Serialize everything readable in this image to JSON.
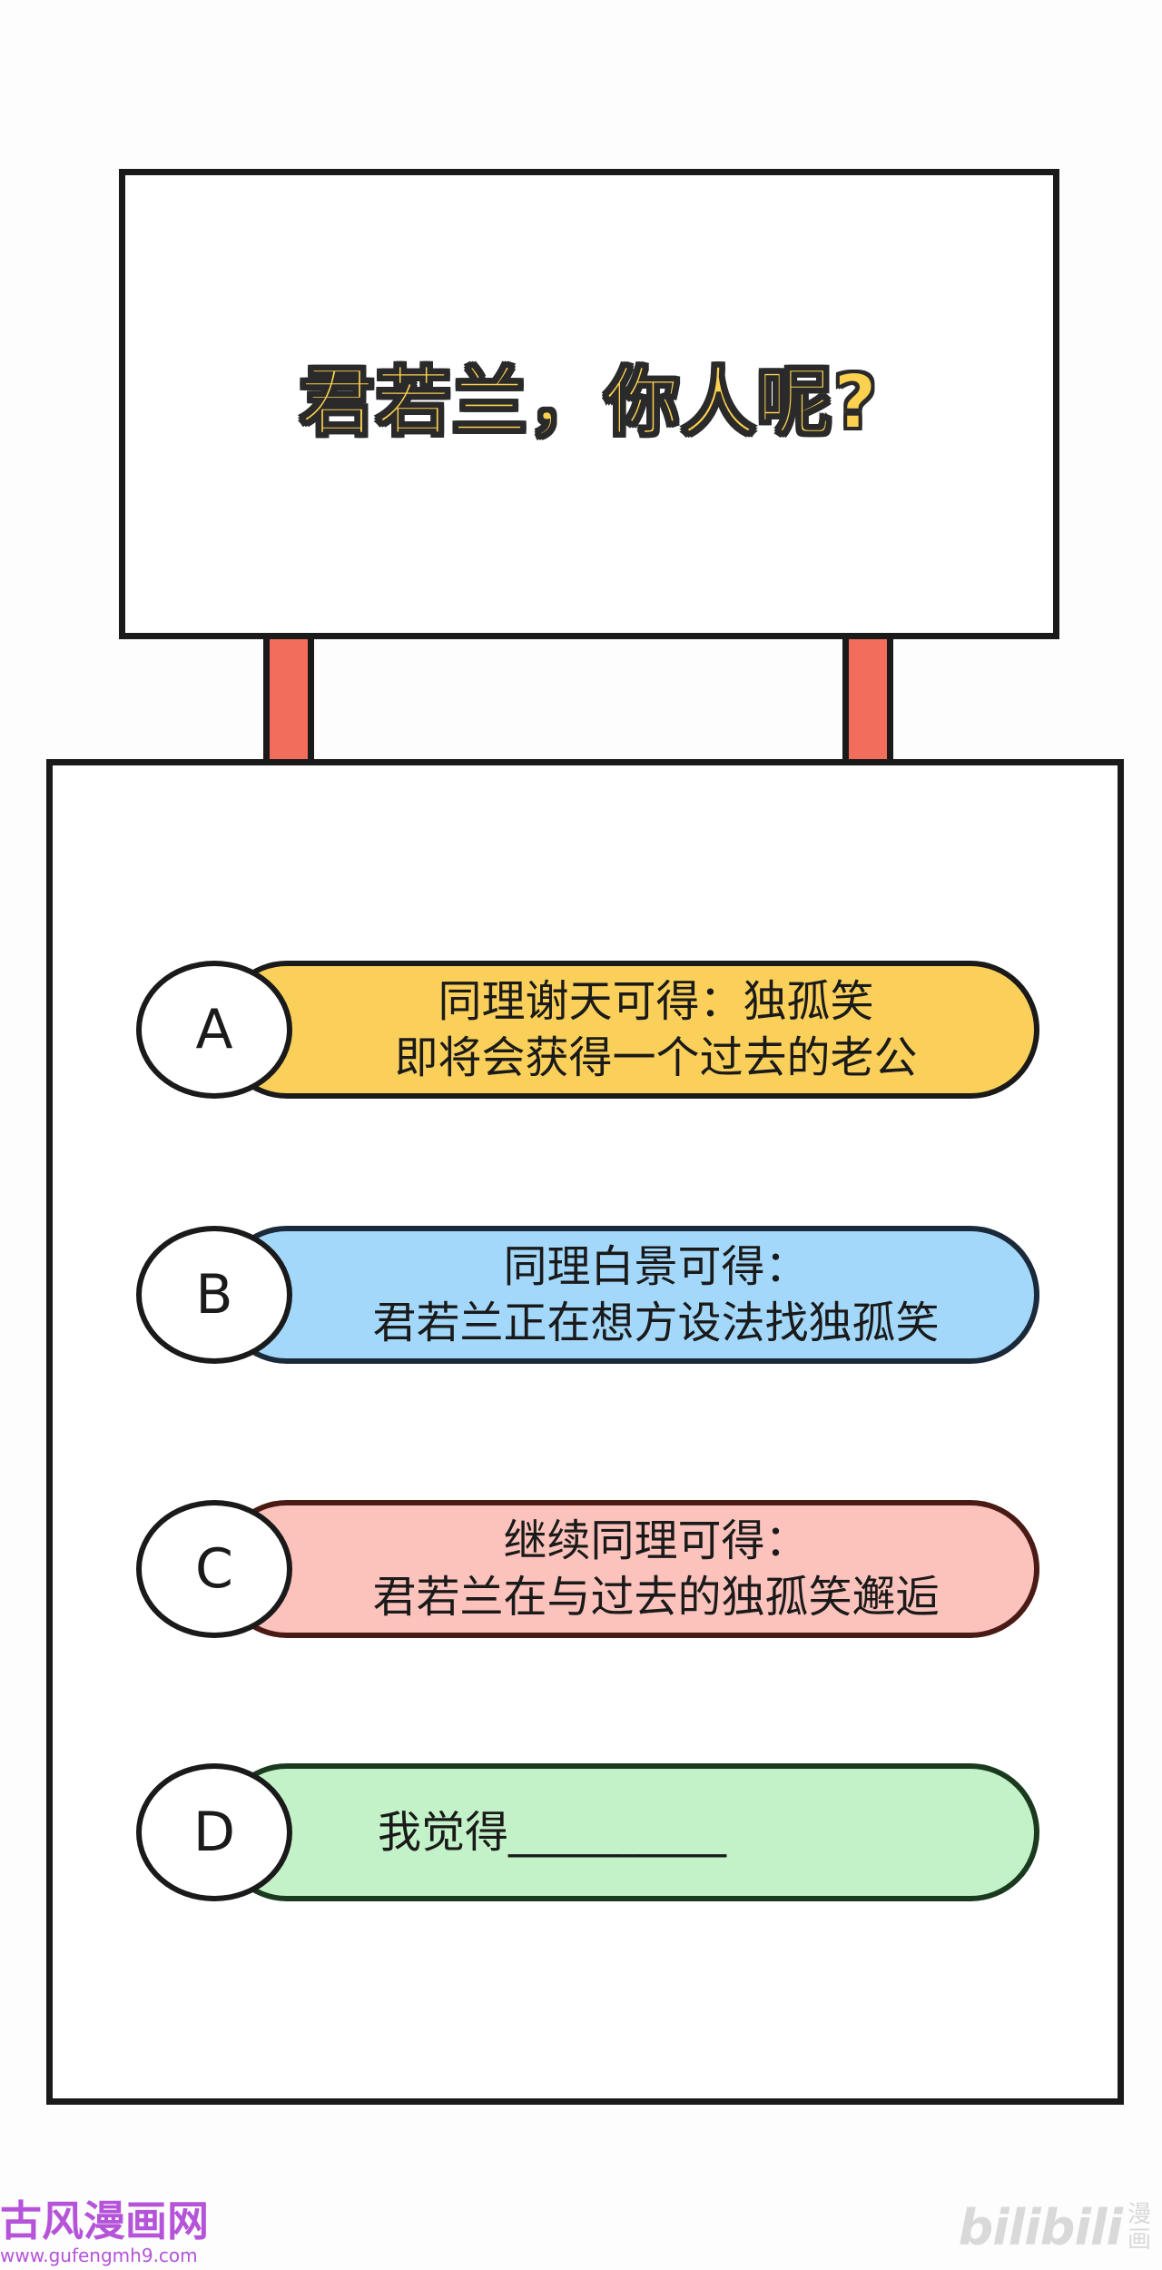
{
  "sign": {
    "title": "君若兰，你人呢?"
  },
  "options": [
    {
      "letter": "A",
      "lines": [
        "同理谢天可得：独孤笑",
        "即将会获得一个过去的老公"
      ],
      "fill": "#fbd05a",
      "border": "#1a1a1a"
    },
    {
      "letter": "B",
      "lines": [
        "同理白景可得：",
        "君若兰正在想方设法找独孤笑"
      ],
      "fill": "#a3d8fa",
      "border": "#1a2a3a"
    },
    {
      "letter": "C",
      "lines": [
        "继续同理可得：",
        "君若兰在与过去的独孤笑邂逅"
      ],
      "fill": "#fcc3bd",
      "border": "#4a1a14"
    },
    {
      "letter": "D",
      "lines": [
        "我觉得__________"
      ],
      "fill": "#c4f2c8",
      "border": "#1a3a1e"
    }
  ],
  "watermarks": {
    "left_title": "古风漫画网",
    "left_url": "www.gufengmh9.com",
    "right_logo": "bilibili",
    "right_text_top": "漫",
    "right_text_bottom": "画"
  },
  "colors": {
    "title_fill": "#fcd150",
    "post": "#f26d5b",
    "outline": "#1a1a1a"
  }
}
